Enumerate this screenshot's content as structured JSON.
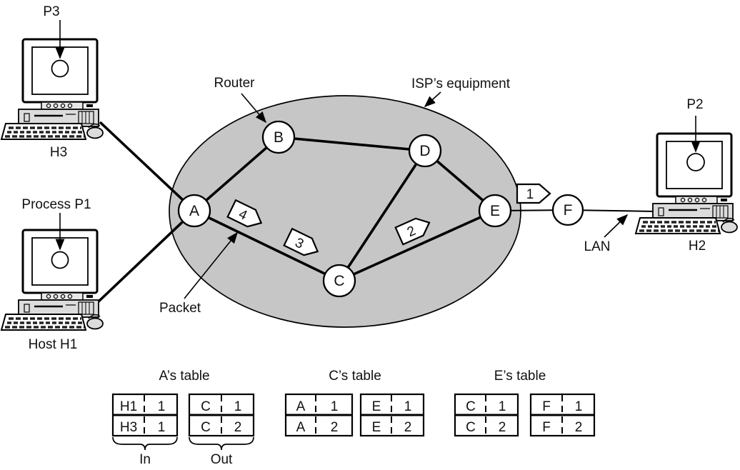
{
  "colors": {
    "isp_fill": "#c6c6c6",
    "line": "#000000",
    "node_fill": "#ffffff"
  },
  "diagram": {
    "hosts": {
      "h3": {
        "process_label": "P3",
        "name": "H3"
      },
      "h1": {
        "process_label": "Process P1",
        "name": "Host H1"
      },
      "h2": {
        "process_label": "P2",
        "name": "H2"
      }
    },
    "callouts": {
      "router": "Router",
      "isp": "ISP’s equipment",
      "packet": "Packet",
      "lan": "LAN"
    },
    "routers": [
      {
        "label": "A"
      },
      {
        "label": "B"
      },
      {
        "label": "C"
      },
      {
        "label": "D"
      },
      {
        "label": "E"
      },
      {
        "label": "F"
      }
    ],
    "packets": [
      {
        "label": "1"
      },
      {
        "label": "2"
      },
      {
        "label": "3"
      },
      {
        "label": "4"
      }
    ]
  },
  "tables": {
    "a": {
      "title": "A’s table",
      "in": {
        "rows": [
          [
            "H1",
            "1"
          ],
          [
            "H3",
            "1"
          ]
        ]
      },
      "out": {
        "rows": [
          [
            "C",
            "1"
          ],
          [
            "C",
            "2"
          ]
        ]
      },
      "in_label": "In",
      "out_label": "Out"
    },
    "c": {
      "title": "C’s table",
      "in": {
        "rows": [
          [
            "A",
            "1"
          ],
          [
            "A",
            "2"
          ]
        ]
      },
      "out": {
        "rows": [
          [
            "E",
            "1"
          ],
          [
            "E",
            "2"
          ]
        ]
      }
    },
    "e": {
      "title": "E’s table",
      "in": {
        "rows": [
          [
            "C",
            "1"
          ],
          [
            "C",
            "2"
          ]
        ]
      },
      "out": {
        "rows": [
          [
            "F",
            "1"
          ],
          [
            "F",
            "2"
          ]
        ]
      }
    }
  }
}
